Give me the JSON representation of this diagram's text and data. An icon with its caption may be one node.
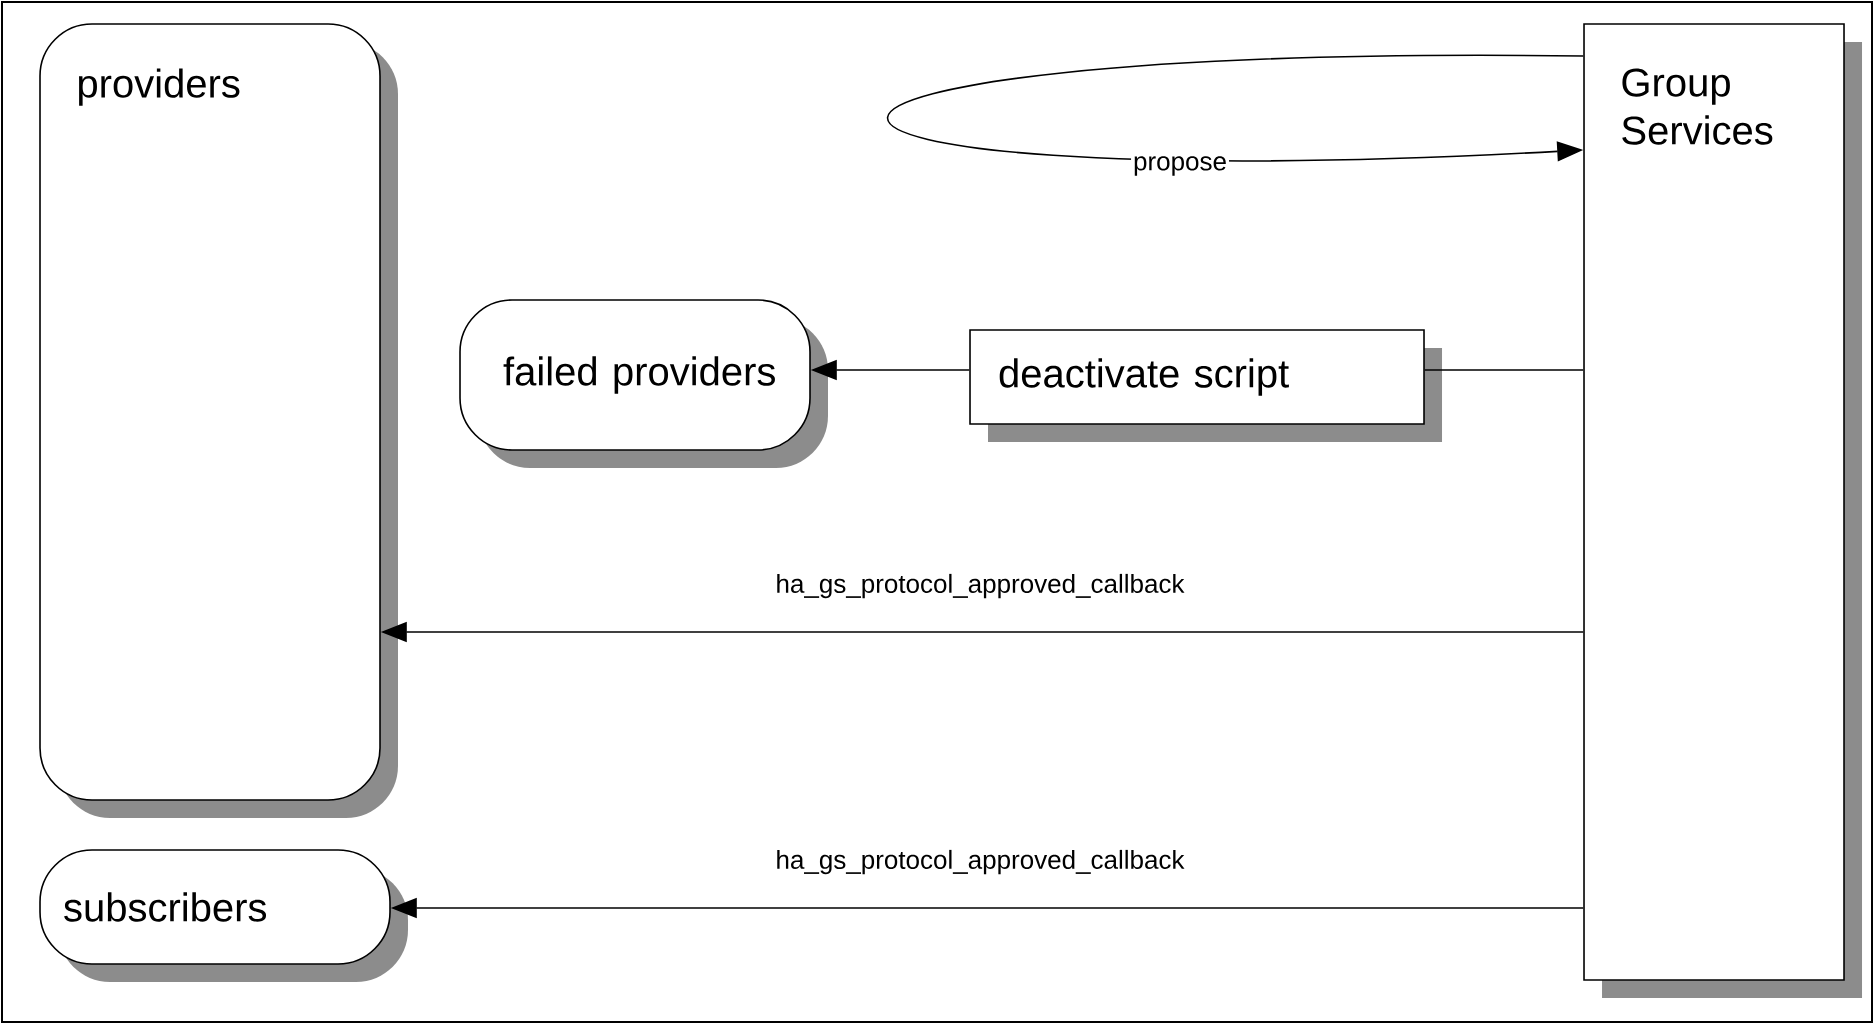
{
  "diagram": {
    "nodes": [
      {
        "text": [
          "providers"
        ]
      },
      {
        "text": [
          "failed providers"
        ]
      },
      {
        "text": [
          "deactivate script"
        ]
      },
      {
        "text": [
          "subscribers"
        ]
      },
      {
        "text": [
          "Group Services"
        ]
      }
    ],
    "edges": [
      {
        "from": 4,
        "to": 4,
        "arrow": "to",
        "label": "propose"
      },
      {
        "from": 4,
        "to": 2,
        "arrow": "none"
      },
      {
        "from": 2,
        "to": 1,
        "arrow": "to"
      },
      {
        "from": 4,
        "to": 0,
        "arrow": "to",
        "label": "ha_gs_protocol_approved_callback"
      },
      {
        "from": 4,
        "to": 3,
        "arrow": "to",
        "label": "ha_gs_protocol_approved_callback"
      }
    ]
  }
}
